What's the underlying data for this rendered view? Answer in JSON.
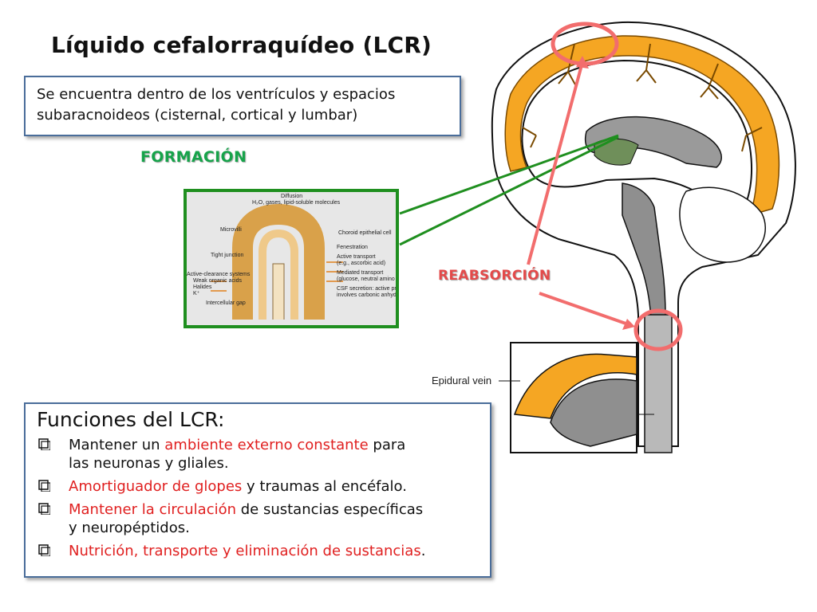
{
  "title": "Líquido cefalorraquídeo (LCR)",
  "intro": {
    "line1": "Se encuentra dentro de los ventrículos y espacios",
    "line2": "subaracnoideos (cisternal, cortical y lumbar)"
  },
  "labels": {
    "formacion": "FORMACIÓN",
    "reabsorcion": "REABSORCIÓN"
  },
  "micrograph": {
    "diffusion": "Diffusion",
    "diffusion_sub": "H₂O, gases, lipid-soluble molecules",
    "microvilli": "Microvilli",
    "tight_junction": "Tight junction",
    "active_clearance": "Active-clearance systems",
    "weak_acids": "Weak organic acids",
    "halides": "Halides",
    "k": "K⁺",
    "intercellular_gap": "Intercellular gap",
    "choroid_cell": "Choroid epithelial cell",
    "fenestration": "Fenestration",
    "active_transport": "Active transport",
    "active_transport_sub": "(e.g., ascorbic acid)",
    "mediated_transport": "Mediated transport",
    "mediated_transport_sub": "(glucose, neutral amino acids)",
    "csf_secretion": "CSF secretion: active process",
    "csf_secretion_sub": "involves carbonic anhydrase"
  },
  "epidural_label": "Epidural vein",
  "functions": {
    "heading": "Funciones del LCR:",
    "items": [
      {
        "pre": "Mantener un ",
        "highlight": "ambiente externo constante",
        "post": " para",
        "line2": "las neuronas y gliales."
      },
      {
        "pre": "",
        "highlight": "Amortiguador de glopes",
        "post": " y traumas al encéfalo.",
        "line2": ""
      },
      {
        "pre": "",
        "highlight": "Mantener la circulación",
        "post": " de sustancias específicas",
        "line2": "y neuropéptidos."
      },
      {
        "pre": "",
        "highlight": "Nutrición, transporte y eliminación de sustancias",
        "post": ".",
        "line2": ""
      }
    ]
  },
  "colors": {
    "formacion": "#16a34a",
    "reabsorcion": "#e34a4a",
    "highlight_red": "#e02020",
    "box_border": "#4a6d9a",
    "csf_orange": "#f5a623"
  }
}
